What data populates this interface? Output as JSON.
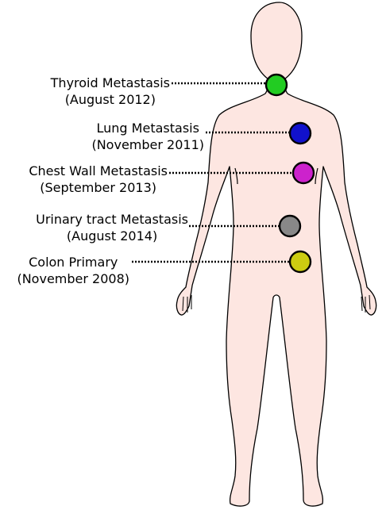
{
  "sites": [
    {
      "name": "Thyroid Metastasis",
      "date": "(August 2012)",
      "color": "#22cc22"
    },
    {
      "name": "Lung Metastasis",
      "date": "(November 2011)",
      "color": "#1111cc"
    },
    {
      "name": "Chest Wall Metastasis",
      "date": "(September 2013)",
      "color": "#cc22cc"
    },
    {
      "name": "Urinary tract Metastasis",
      "date": "(August 2014)",
      "color": "#888888"
    },
    {
      "name": "Colon Primary",
      "date": "(November 2008)",
      "color": "#cccc11"
    }
  ],
  "colors": {
    "body_fill": "#fde6e1",
    "body_stroke": "#000000"
  }
}
